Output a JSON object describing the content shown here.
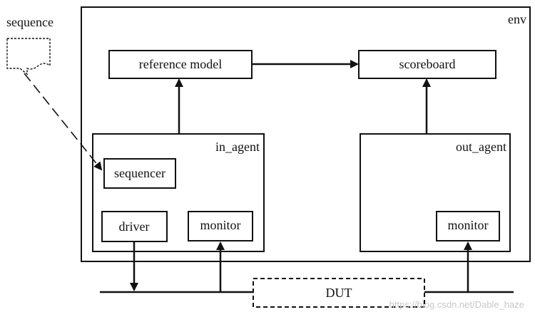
{
  "diagram": {
    "env_label": "env",
    "reference_model_label": "reference model",
    "scoreboard_label": "scoreboard",
    "in_agent_label": "in_agent",
    "out_agent_label": "out_agent",
    "sequencer_label": "sequencer",
    "driver_label": "driver",
    "in_monitor_label": "monitor",
    "out_monitor_label": "monitor",
    "dut_label": "DUT",
    "sequence_label": "sequence"
  },
  "watermark": {
    "text": "https://blog.csdn.net/Dable_haze"
  },
  "colors": {
    "line": "#111111",
    "background": "#ffffff",
    "watermark": "#c8c8c8"
  }
}
